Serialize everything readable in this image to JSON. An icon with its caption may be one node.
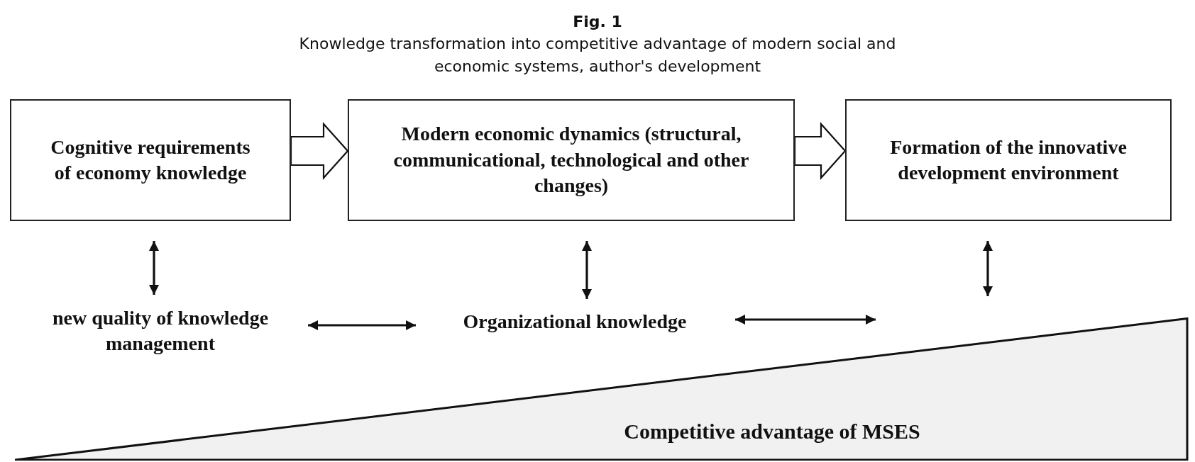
{
  "diagram": {
    "title": "Fig. 1",
    "caption": "Knowledge transformation into competitive advantage of modern social and economic systems, author's development",
    "nodes": [
      {
        "text": [
          "Cognitive requirements of economy knowledge"
        ]
      },
      {
        "text": [
          "Modern economic dynamics (structural, communicational, technological and other changes)"
        ]
      },
      {
        "text": [
          "Formation of the innovative development environment"
        ]
      },
      {
        "text": [
          "new quality of knowledge management"
        ]
      },
      {
        "text": [
          "Organizational knowledge"
        ]
      },
      {
        "text": [
          "Competitive advantage of MSES"
        ]
      }
    ],
    "edges": [
      {
        "from": 0,
        "to": 1,
        "arrow": "to",
        "style": "thick"
      },
      {
        "from": 1,
        "to": 2,
        "arrow": "to",
        "style": "thick"
      },
      {
        "from": 0,
        "to": 3,
        "arrow": "both"
      },
      {
        "from": 1,
        "to": 4,
        "arrow": "both"
      },
      {
        "from": 2,
        "to": null,
        "arrow": "both"
      },
      {
        "from": 3,
        "to": 4,
        "arrow": "both"
      },
      {
        "from": 4,
        "to": null,
        "arrow": "both"
      }
    ]
  }
}
